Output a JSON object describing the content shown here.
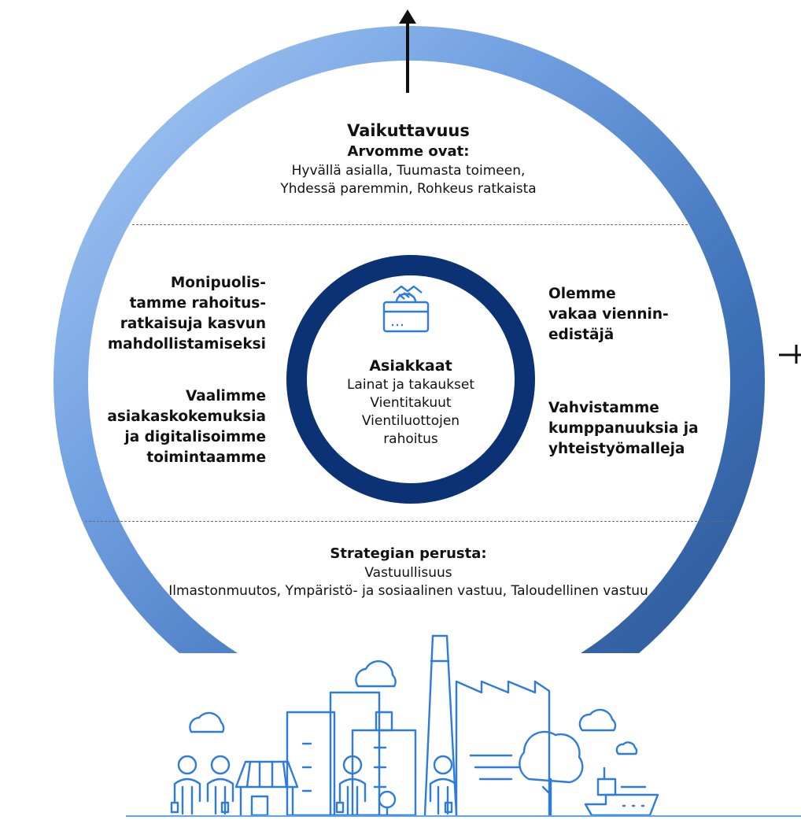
{
  "colors": {
    "ring_light": "#8fb8ee",
    "ring_mid": "#4a7fc8",
    "ring_dark": "#2d5d9e",
    "inner_ring": "#0b3274",
    "icon_blue": "#2d7be0",
    "line_art": "#2d7be0",
    "baseline": "#59a8e8"
  },
  "top": {
    "title": "Vaikuttavuus",
    "values_heading": "Arvomme ovat:",
    "values_line1": "Hyvällä asialla, Tuumasta toimeen,",
    "values_line2": "Yhdessä paremmin, Rohkeus ratkaista"
  },
  "left": {
    "item1": [
      "Monipuolis-",
      "tamme rahoitus-",
      "ratkaisuja kasvun",
      "mahdollistamiseksi"
    ],
    "item2": [
      "Vaalimme",
      "asiakaskokemuksia",
      "ja digitalisoimme",
      "toimintaamme"
    ]
  },
  "right": {
    "item1": [
      "Olemme",
      "vakaa viennin-",
      "edistäjä"
    ],
    "item2": [
      "Vahvistamme",
      "kumppanuuksia ja",
      "yhteistyömalleja"
    ]
  },
  "center": {
    "icon": "briefcase-with-handshake-icon",
    "title": "Asiakkaat",
    "lines": [
      "Lainat ja takaukset",
      "Vientitakuut",
      "Vientiluottojen",
      "rahoitus"
    ]
  },
  "bottom": {
    "heading": "Strategian perusta:",
    "line1": "Vastuullisuus",
    "line2": "Ilmastonmuutos, Ympäristö- ja sosiaalinen vastuu, Taloudellinen vastuu"
  },
  "illustration": {
    "icons": [
      "person-icon",
      "market-stall-icon",
      "office-building-icon",
      "factory-chimney-icon",
      "tree-icon",
      "cloud-icon",
      "ship-icon"
    ]
  }
}
